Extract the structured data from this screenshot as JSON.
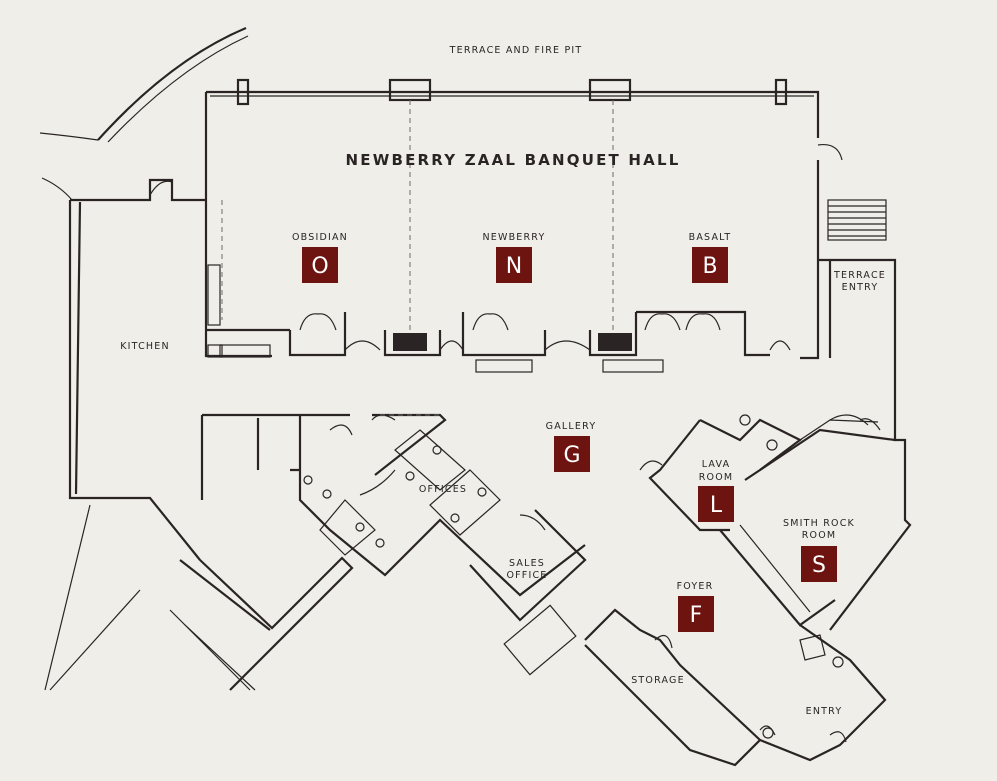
{
  "colors": {
    "background": "#f0eee9",
    "walls": "#2a2524",
    "badge": "#6e1410",
    "badge_text": "#ffffff"
  },
  "labels": {
    "terrace": "TERRACE AND FIRE PIT",
    "hall": "NEWBERRY ZAAL BANQUET HALL",
    "kitchen": "KITCHEN",
    "terrace_entry_1": "TERRACE",
    "terrace_entry_2": "ENTRY",
    "offices": "OFFICES",
    "sales_1": "SALES",
    "sales_2": "OFFICE",
    "lava_1": "LAVA",
    "lava_2": "ROOM",
    "smith_1": "SMITH ROCK",
    "smith_2": "ROOM",
    "foyer": "FOYER",
    "storage": "STORAGE",
    "entry": "ENTRY"
  },
  "rooms": [
    {
      "key": "obsidian",
      "name": "OBSIDIAN",
      "letter": "O"
    },
    {
      "key": "newberry",
      "name": "NEWBERRY",
      "letter": "N"
    },
    {
      "key": "basalt",
      "name": "BASALT",
      "letter": "B"
    },
    {
      "key": "gallery",
      "name": "GALLERY",
      "letter": "G"
    },
    {
      "key": "lava",
      "name": "",
      "letter": "L"
    },
    {
      "key": "smith",
      "name": "",
      "letter": "S"
    },
    {
      "key": "foyer",
      "name": "",
      "letter": "F"
    }
  ]
}
